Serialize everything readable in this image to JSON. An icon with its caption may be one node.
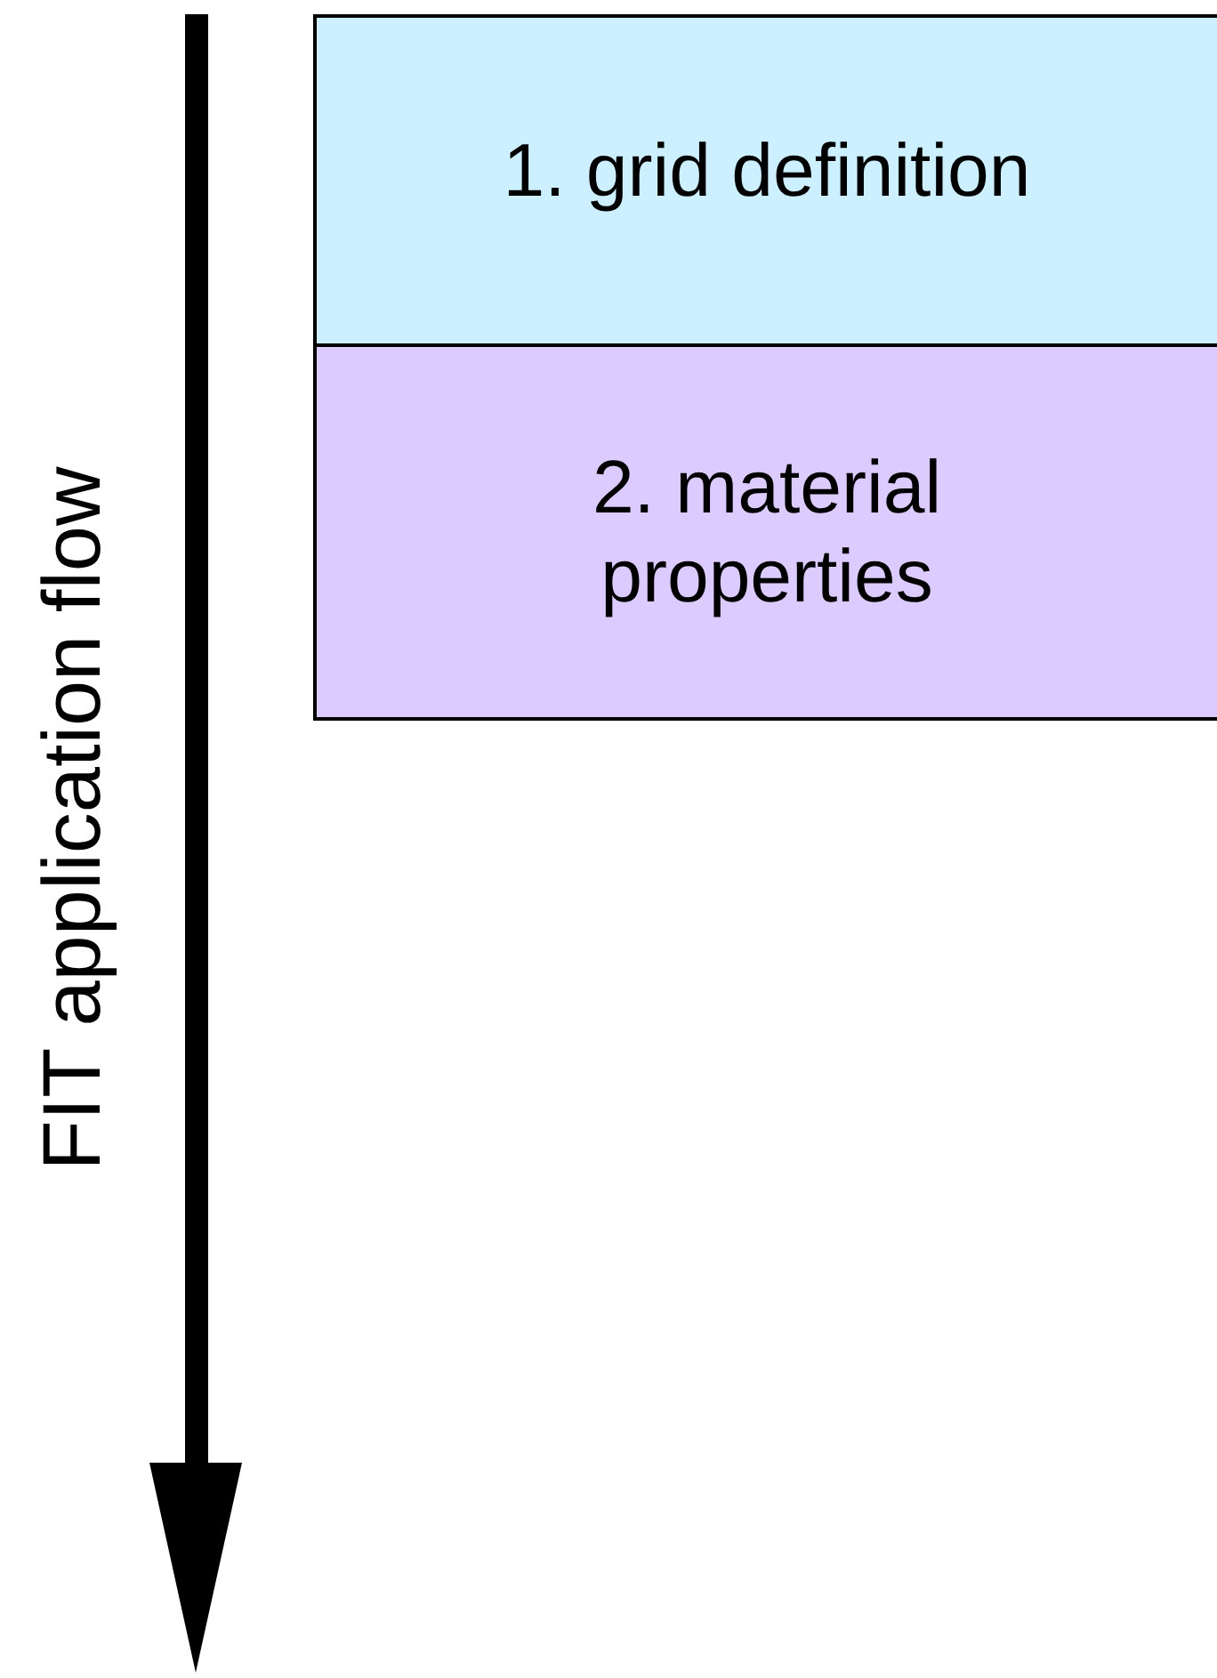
{
  "diagram": {
    "nodes": [
      {
        "text": [
          "1. grid definition"
        ]
      },
      {
        "text": [
          "2. material properties"
        ]
      }
    ],
    "labels": [
      "FIT application flow"
    ]
  }
}
